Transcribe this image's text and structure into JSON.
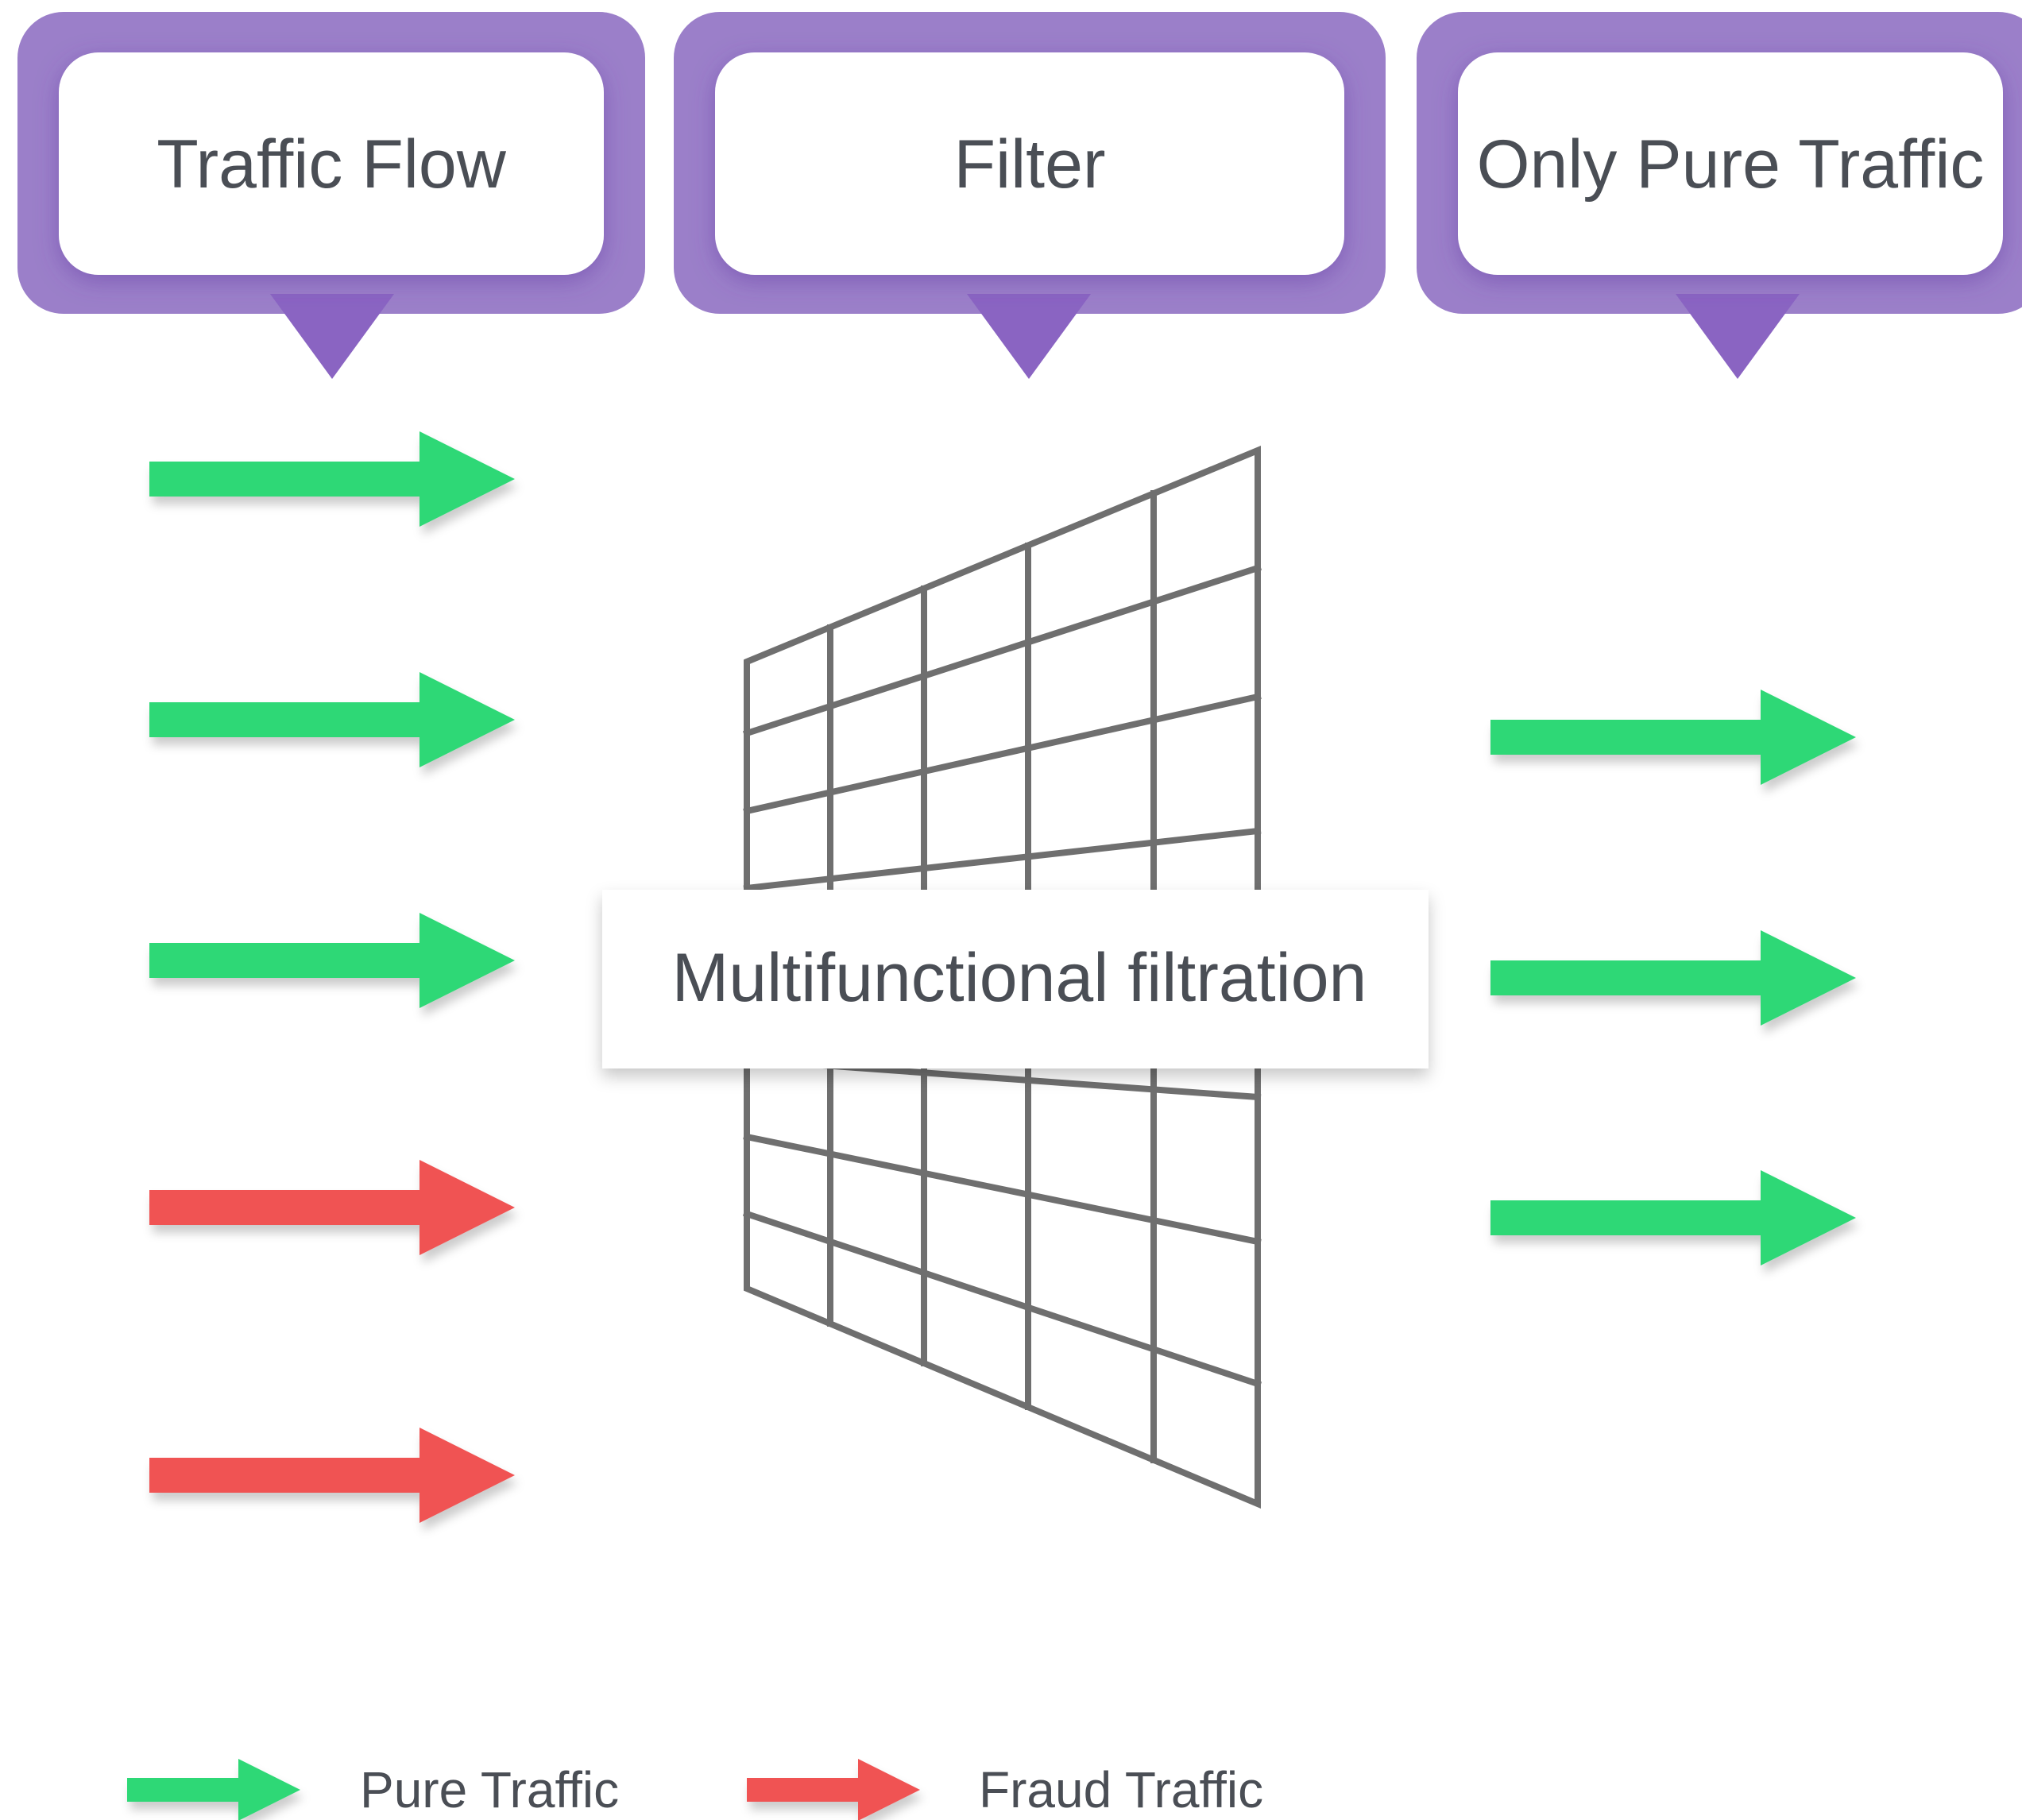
{
  "headers": [
    {
      "label": "Traffic Flow"
    },
    {
      "label": "Filter"
    },
    {
      "label": "Only Pure Traffic"
    }
  ],
  "filter_label": "Multifunctional filtration",
  "input_arrows": [
    "pure",
    "pure",
    "pure",
    "fraud",
    "fraud"
  ],
  "output_arrows": [
    "pure",
    "pure",
    "pure"
  ],
  "legend": [
    {
      "kind": "pure",
      "label": "Pure Traffic"
    },
    {
      "kind": "fraud",
      "label": "Fraud Traffic"
    }
  ],
  "colors": {
    "pure": "#2fd876",
    "fraud": "#f05252",
    "callout_frame": "#9b7fc9",
    "callout_pointer": "#8a64c2",
    "grid": "#6f6f6f",
    "text": "#4a4e55"
  }
}
